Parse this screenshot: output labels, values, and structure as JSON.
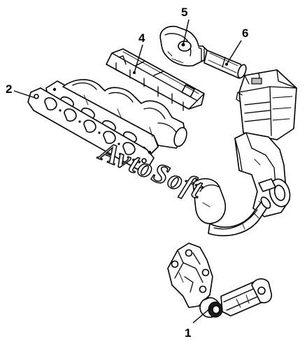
{
  "callouts": [
    {
      "number": "1"
    },
    {
      "number": "2"
    },
    {
      "number": "4"
    },
    {
      "number": "5"
    },
    {
      "number": "6"
    }
  ],
  "watermark": {
    "text": "AvtoSoft",
    "fill": "#ffffff",
    "stroke": "#000000"
  },
  "colors": {
    "line": "#000000",
    "background": "#ffffff",
    "shade": "#bdbdbd"
  }
}
